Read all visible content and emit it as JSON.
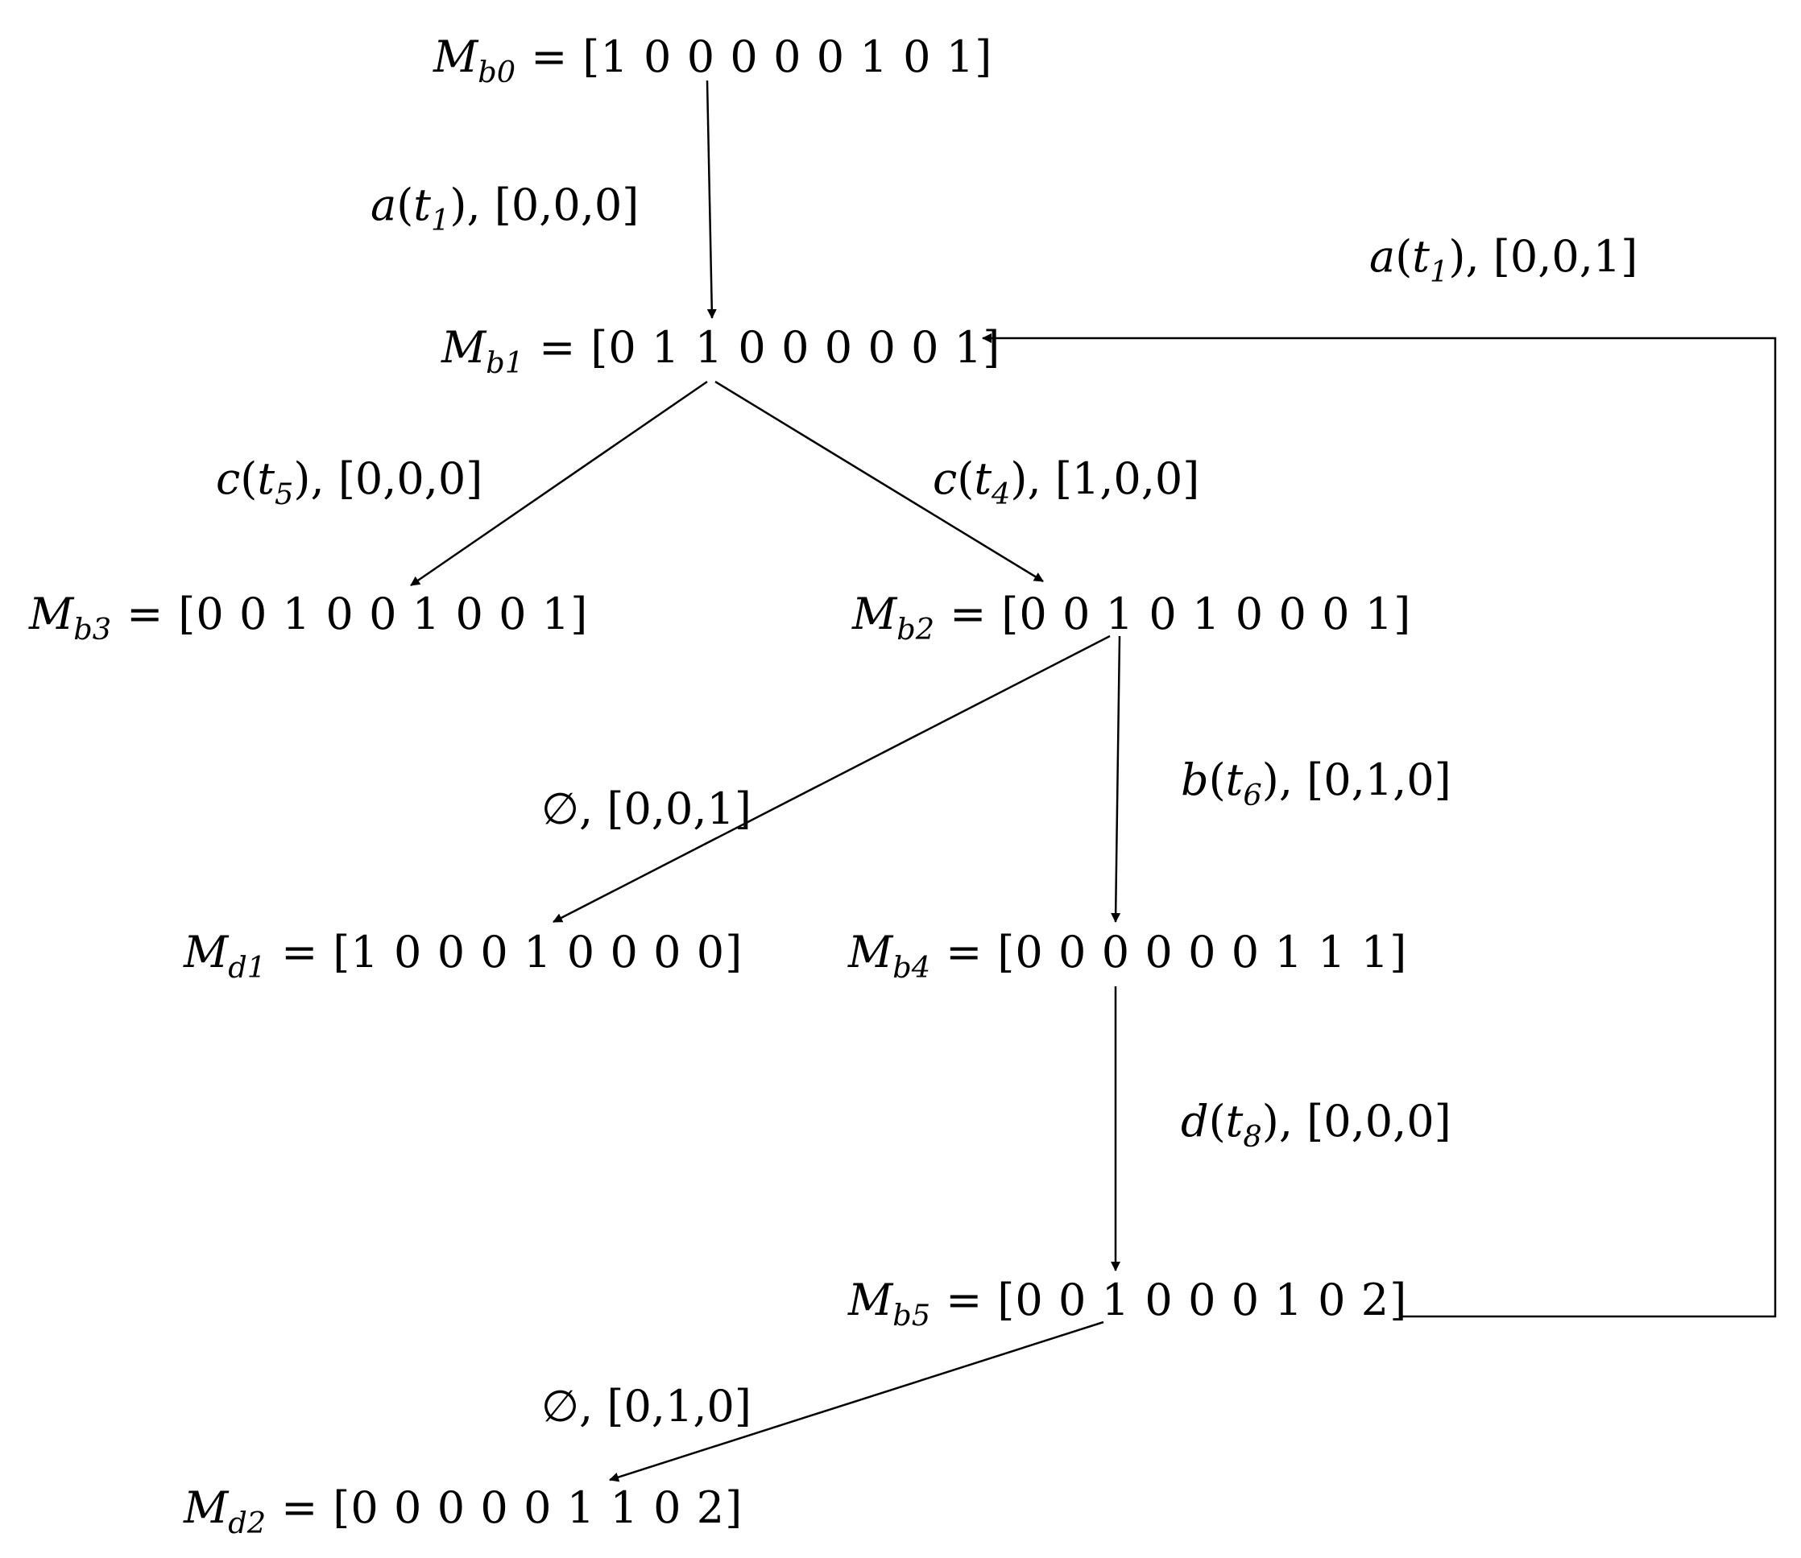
{
  "nodes": {
    "mb0": {
      "symbol": "M",
      "sub": "b0",
      "vector": "[1 0 0 0 0 0 1 0 1]"
    },
    "mb1": {
      "symbol": "M",
      "sub": "b1",
      "vector": "[0 1 1 0 0 0 0 0 1]"
    },
    "mb2": {
      "symbol": "M",
      "sub": "b2",
      "vector": "[0 0 1 0 1 0 0 0 1]"
    },
    "mb3": {
      "symbol": "M",
      "sub": "b3",
      "vector": "[0 0 1 0 0 1 0 0 1]"
    },
    "mb4": {
      "symbol": "M",
      "sub": "b4",
      "vector": "[0 0 0 0 0 0 1 1 1]"
    },
    "mb5": {
      "symbol": "M",
      "sub": "b5",
      "vector": "[0 0 1 0 0 0 1 0 2]"
    },
    "md1": {
      "symbol": "M",
      "sub": "d1",
      "vector": "[1 0 0 0 1 0 0 0 0]"
    },
    "md2": {
      "symbol": "M",
      "sub": "d2",
      "vector": "[0 0 0 0 0 1 1 0 2]"
    }
  },
  "edges": {
    "e_mb0_mb1": {
      "event": "a",
      "transition_sub": "1",
      "vector": ", [0,0,0]"
    },
    "e_mb5_mb1": {
      "event": "a",
      "transition_sub": "1",
      "vector": ", [0,0,1]"
    },
    "e_mb1_mb3": {
      "event": "c",
      "transition_sub": "5",
      "vector": ", [0,0,0]"
    },
    "e_mb1_mb2": {
      "event": "c",
      "transition_sub": "4",
      "vector": ", [1,0,0]"
    },
    "e_mb2_md1": {
      "event": "∅",
      "vector": ", [0,0,1]"
    },
    "e_mb2_mb4": {
      "event": "b",
      "transition_sub": "6",
      "vector": ", [0,1,0]"
    },
    "e_mb4_mb5": {
      "event": "d",
      "transition_sub": "8",
      "vector": ", [0,0,0]"
    },
    "e_mb5_md2": {
      "event": "∅",
      "vector": ", [0,1,0]"
    }
  },
  "eq_sign": "=",
  "paren_open": "(",
  "paren_close": ")",
  "transition_symbol": "t"
}
